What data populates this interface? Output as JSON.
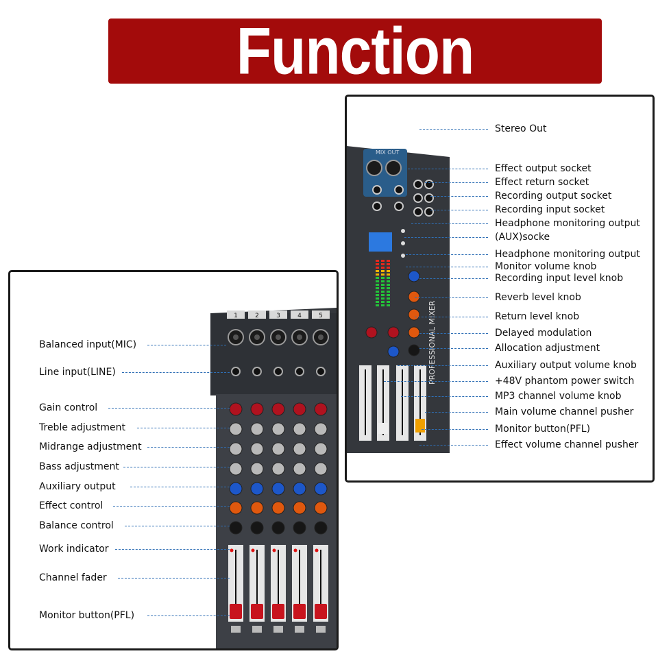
{
  "header": {
    "title": "Function"
  },
  "left_panel": {
    "labels": [
      "Balanced input(MIC)",
      "Line input(LINE)",
      "Gain control",
      "Treble adjustment",
      "Midrange adjustment",
      "Bass adjustment",
      "Auxiliary output",
      "Effect control",
      "Balance control",
      "Work indicator",
      "Channel fader",
      "Monitor button(PFL)"
    ],
    "channel_numbers": [
      "1",
      "2",
      "3",
      "4",
      "5"
    ]
  },
  "right_panel": {
    "labels": [
      "Stereo Out",
      "Effect output socket",
      "Effect return socket",
      "Recording output socket",
      "Recording input socket",
      "Headphone monitoring output",
      "(AUX)socke",
      "Headphone monitoring output",
      "Monitor volume knob",
      "Recording input level knob",
      "Reverb level knob",
      "Return level knob",
      "Delayed modulation",
      "Allocation adjustment",
      "Auxiliary output volume knob",
      "+48V phantom power switch",
      "MP3 channel volume knob",
      "Main volume channel pusher",
      "Monitor button(PFL)",
      "Effect  volume channel pusher"
    ],
    "device_text": {
      "mix_out": "MIX OUT",
      "brand_vertical": "PROFESSIONAL MIXER"
    }
  },
  "colors": {
    "banner": "#a30b0b",
    "leader": "#2f6fb5",
    "knob_red": "#b0121f",
    "knob_blue": "#1d57c9",
    "knob_orange": "#e0580e",
    "knob_black": "#161616",
    "device_body": "#3a3d42"
  }
}
